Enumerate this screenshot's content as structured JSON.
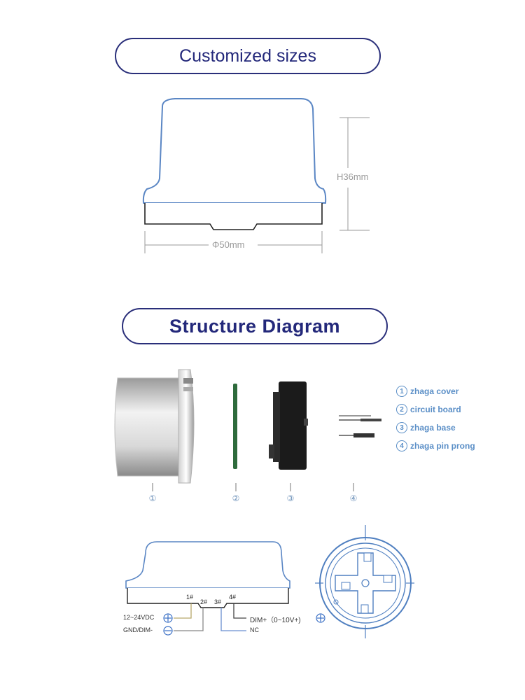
{
  "header": {
    "title": "Customized sizes"
  },
  "dimensions": {
    "height": "H36mm",
    "diameter": "Φ50mm"
  },
  "structure": {
    "title": "Structure Diagram",
    "legend": [
      {
        "num": "1",
        "label": "zhaga cover"
      },
      {
        "num": "2",
        "label": "circuit board"
      },
      {
        "num": "3",
        "label": "zhaga base"
      },
      {
        "num": "4",
        "label": "zhaga pin prong"
      }
    ],
    "indices": [
      "①",
      "②",
      "③",
      "④"
    ]
  },
  "wiring": {
    "pins": [
      "1#",
      "2#",
      "3#",
      "4#"
    ],
    "labels": {
      "supply": "12~24VDC",
      "ground": "GND/DIM-",
      "dim": "DIM+（0~10V+)",
      "nc": "NC"
    }
  },
  "colors": {
    "accent": "#2a2f7a",
    "outline_blue": "#5a86c4",
    "legend_blue": "#5b8fc7"
  }
}
